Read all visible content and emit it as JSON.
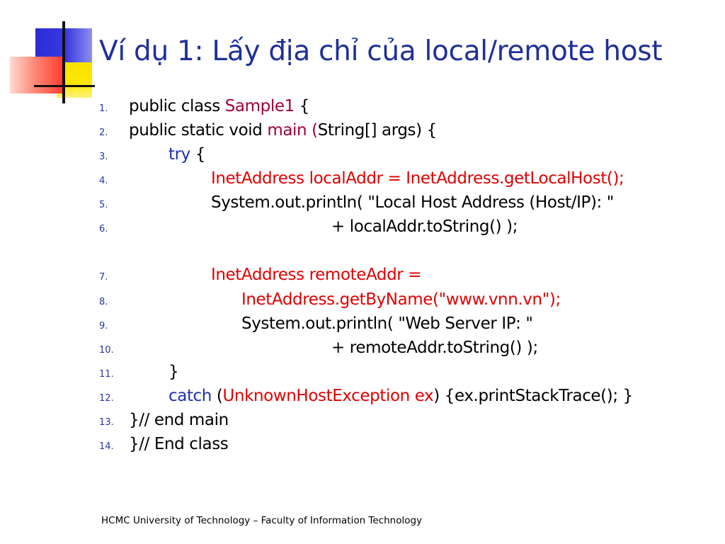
{
  "slide": {
    "title": "Ví dụ 1: Lấy địa chỉ của local/remote host",
    "footer": "HCMC University of Technology – Faculty of Information Technology"
  },
  "colors": {
    "title": "#1f2f9a",
    "keyword_blue": "#1f2fb0",
    "highlight_red": "#e00000",
    "identifier_maroon": "#a0003a",
    "number_blue": "#2a36a0"
  },
  "code_lines": [
    {
      "num": "1.",
      "parts": [
        "public class ",
        "Sample1",
        " {"
      ]
    },
    {
      "num": "2.",
      "parts": [
        "public static void ",
        "main",
        " (",
        "String[] args) {"
      ]
    },
    {
      "num": "3.",
      "parts": [
        "try",
        " {"
      ]
    },
    {
      "num": "4.",
      "parts": [
        "InetAddress localAddr = InetAddress.getLocalHost();"
      ]
    },
    {
      "num": "5.",
      "parts": [
        "System.out.println( \"Local Host Address (Host/IP): \""
      ]
    },
    {
      "num": "6.",
      "parts": [
        "+ localAddr.toString() );"
      ]
    },
    {
      "num": "7.",
      "parts": [
        "InetAddress remoteAddr ="
      ]
    },
    {
      "num": "8.",
      "parts": [
        "InetAddress.getByName(\"www.vnn.vn\");"
      ]
    },
    {
      "num": "9.",
      "parts": [
        "System.out.println( \"Web Server IP: \""
      ]
    },
    {
      "num": "10.",
      "parts": [
        "+ remoteAddr.toString() );"
      ]
    },
    {
      "num": "11.",
      "parts": [
        "}"
      ]
    },
    {
      "num": "12.",
      "parts": [
        "catch",
        " (",
        "UnknownHostException ex",
        ") {ex.printStackTrace(); }"
      ]
    },
    {
      "num": "13.",
      "parts": [
        "}// end main"
      ]
    },
    {
      "num": "14.",
      "parts": [
        "}// End class"
      ]
    }
  ]
}
